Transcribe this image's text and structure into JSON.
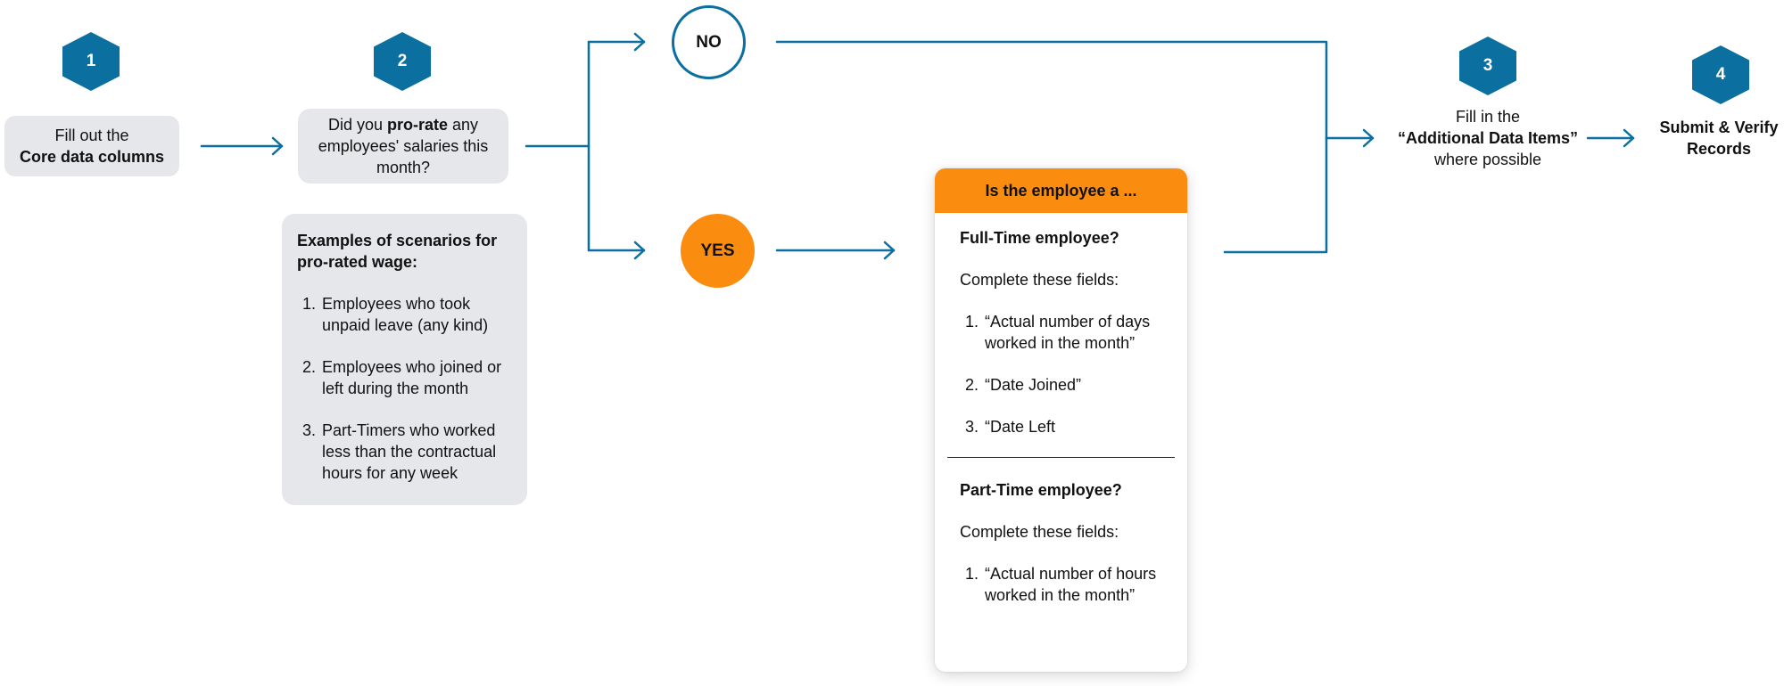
{
  "colors": {
    "accent_blue": "#0b6fa0",
    "accent_orange": "#fa8d10",
    "box_gray": "#e6e7ea"
  },
  "steps": [
    {
      "number": "1",
      "text": "Fill out the",
      "text_bold": "Core data columns"
    },
    {
      "number": "2",
      "text_pre": "Did you ",
      "text_bold": "pro-rate",
      "text_post": " any employees' salaries this month?"
    },
    {
      "number": "3",
      "text_pre": "Fill in the",
      "text_bold": "“Additional Data Items”",
      "text_post": "where possible"
    },
    {
      "number": "4",
      "text_bold": "Submit & Verify Records"
    }
  ],
  "examples": {
    "title": "Examples of scenarios for pro-rated wage:",
    "items": [
      "Employees who took unpaid leave (any kind)",
      "Employees who joined or left during the month",
      "Part-Timers who worked less than the contractual hours for any week"
    ]
  },
  "decision": {
    "no_label": "NO",
    "yes_label": "YES"
  },
  "employee_card": {
    "header": "Is the employee a ...",
    "full_time": {
      "heading": "Full-Time employee?",
      "subtitle": "Complete these fields:",
      "items": [
        "“Actual number of days worked in the month”",
        "“Date Joined”",
        "“Date Left"
      ]
    },
    "part_time": {
      "heading": "Part-Time employee?",
      "subtitle": "Complete these fields:",
      "items": [
        "“Actual number of hours worked in the month”"
      ]
    }
  }
}
